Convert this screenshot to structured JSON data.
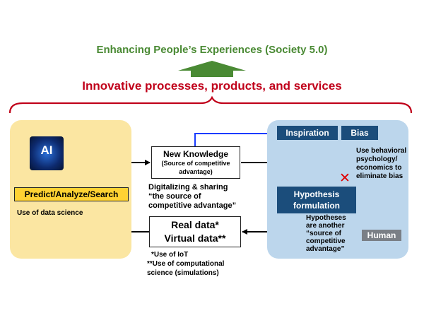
{
  "header": {
    "top_title": "Enhancing People’s Experiences (Society 5.0)",
    "subtitle": "Innovative processes, products, and services"
  },
  "ai_panel": {
    "ai_label": "AI",
    "predict_box": "Predict/Analyze/Search",
    "data_science_note": "Use of data science"
  },
  "center": {
    "new_knowledge_title": "New Knowledge",
    "new_knowledge_sub_line1": "(Source of competitive",
    "new_knowledge_sub_line2": "advantage)",
    "digitalizing_line1": "Digitalizing & sharing",
    "digitalizing_line2": "“the source of",
    "digitalizing_line3": "competitive advantage”",
    "real_data": "Real data*",
    "virtual_data": "Virtual data**",
    "note_line1": "*Use of IoT",
    "note_line2": "**Use of computational",
    "note_line3": "science (simulations)"
  },
  "human_panel": {
    "inspiration": "Inspiration",
    "bias": "Bias",
    "hypothesis_line1": "Hypothesis",
    "hypothesis_line2": "formulation",
    "behavioral_line1": "Use behavioral",
    "behavioral_line2": "psychology/",
    "behavioral_line3": "economics to",
    "behavioral_line4": "eliminate bias",
    "hyp_note_line1": "Hypotheses",
    "hyp_note_line2": "are another",
    "hyp_note_line3": "“source of",
    "hyp_note_line4": "competitive",
    "hyp_note_line5": "advantage”",
    "human_label": "Human"
  },
  "colors": {
    "green_title": "#4a8a34",
    "red_title": "#c0001a",
    "ai_panel": "#fbe6a2",
    "human_panel": "#bcd6ec",
    "dark_blue_box": "#1b4d7b",
    "blue_arrow": "#1a3cff"
  },
  "icons": [
    "up-arrow-icon",
    "curly-brace-icon",
    "ai-brain-icon",
    "human-head-icon",
    "red-x-icon"
  ]
}
